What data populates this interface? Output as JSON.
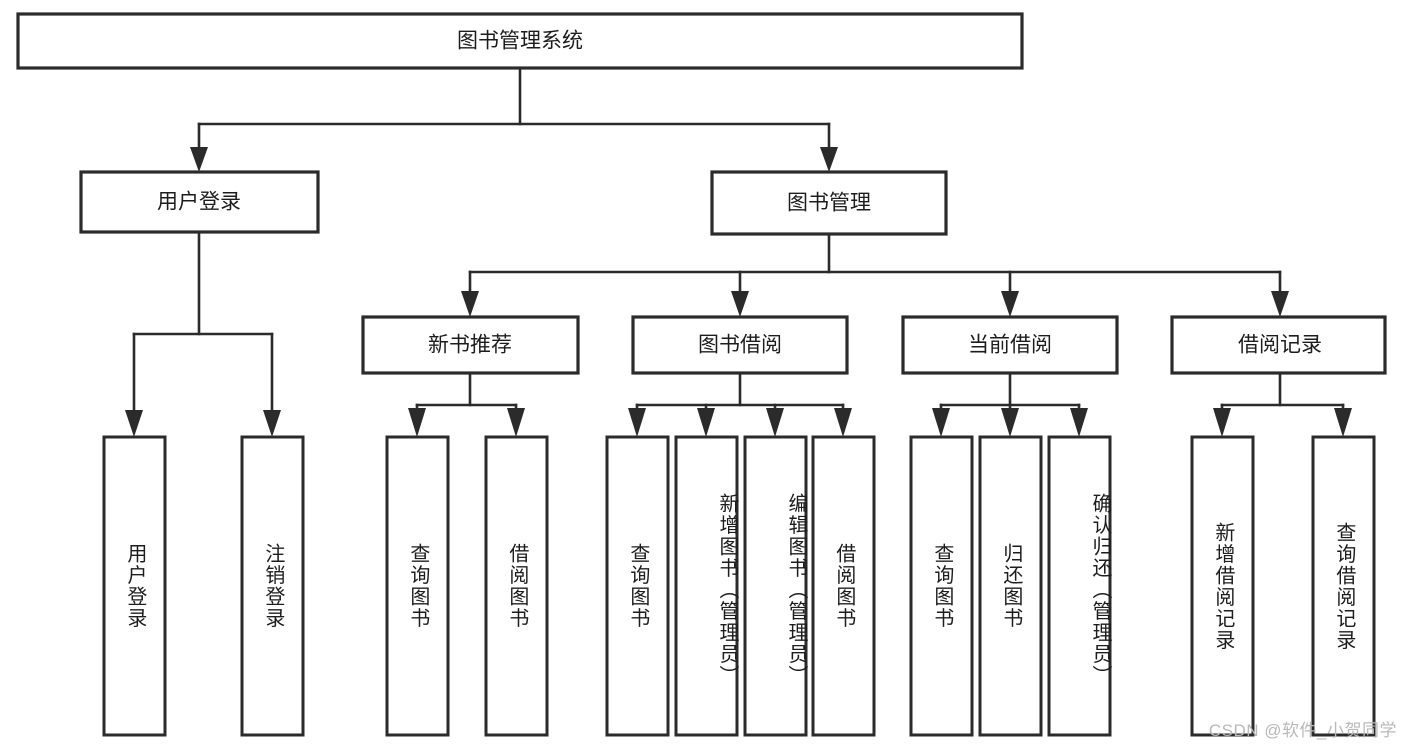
{
  "diagram": {
    "type": "tree-hierarchy-chart",
    "title": "图书管理系统",
    "watermark": "CSDN @软件_小贺同学",
    "colors": {
      "stroke": "#2b2b2b",
      "fill": "#ffffff",
      "text": "#1d1d1d",
      "watermark": "#b9b9b9",
      "background": "#ffffff"
    },
    "root": {
      "label": "图书管理系统"
    },
    "level2": [
      {
        "label": "用户登录"
      },
      {
        "label": "图书管理"
      }
    ],
    "level3": [
      {
        "label": "新书推荐"
      },
      {
        "label": "图书借阅"
      },
      {
        "label": "当前借阅"
      },
      {
        "label": "借阅记录"
      }
    ],
    "leaves": {
      "user_login": [
        {
          "label": "用户登录"
        },
        {
          "label": "注销登录"
        }
      ],
      "new_book_recommend": [
        {
          "label": "查询图书"
        },
        {
          "label": "借阅图书"
        }
      ],
      "book_borrow": [
        {
          "label": "查询图书"
        },
        {
          "label": "新增图书（管理员）"
        },
        {
          "label": "编辑图书（管理员）"
        },
        {
          "label": "借阅图书"
        }
      ],
      "current_borrow": [
        {
          "label": "查询图书"
        },
        {
          "label": "归还图书"
        },
        {
          "label": "确认归还（管理员）"
        }
      ],
      "borrow_record": [
        {
          "label": "新增借阅记录"
        },
        {
          "label": "查询借阅记录"
        }
      ]
    }
  }
}
